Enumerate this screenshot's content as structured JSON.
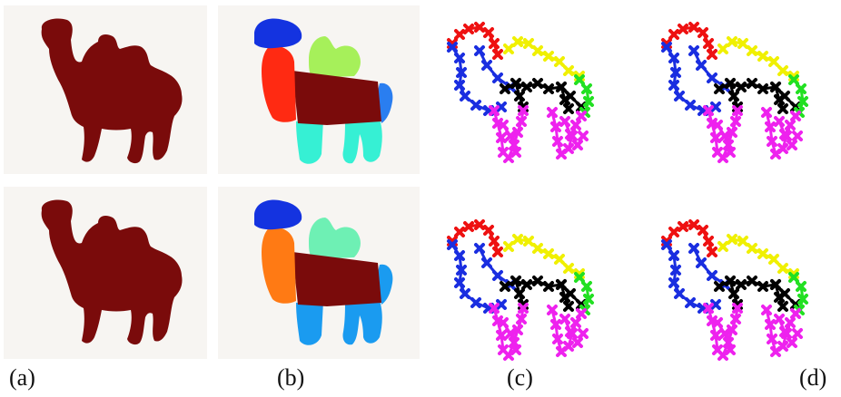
{
  "labels": {
    "a": "(a)",
    "b": "(b)",
    "c": "(c)",
    "d": "(d)"
  },
  "colors": {
    "silhouette": "#7a0b0b",
    "background": "#f7f5f2",
    "seg_head_top": "#1433e0",
    "seg_neck_top": "#ff2a12",
    "seg_neck_bottom": "#ff7a14",
    "seg_hump_top": "#a6f05a",
    "seg_hump_bottom": "#6ef0b4",
    "seg_tail": "#2a7ef0",
    "seg_legs_top": "#36f0d4",
    "seg_legs_bottom": "#1a9bf0",
    "skel_red": "#ee1111",
    "skel_blue": "#1a2ee0",
    "skel_yellow": "#f0f000",
    "skel_black": "#000000",
    "skel_green": "#22e022",
    "skel_magenta": "#ee22ee"
  }
}
